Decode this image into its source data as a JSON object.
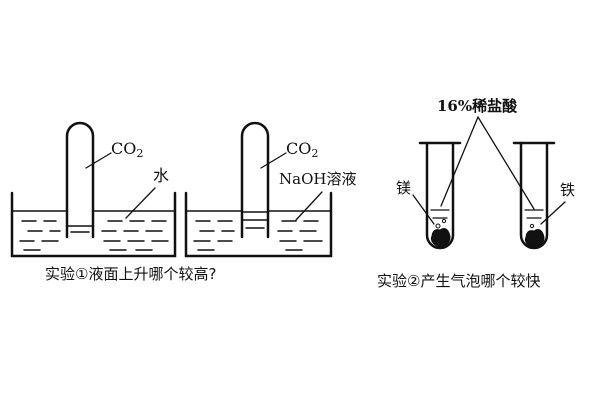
{
  "experiment1": {
    "beaker_left": {
      "gas_label": "CO",
      "gas_subscript": "2",
      "liquid_label": "水"
    },
    "beaker_right": {
      "gas_label": "CO",
      "gas_subscript": "2",
      "liquid_label": "NaOH溶液"
    },
    "caption": "实验①液面上升哪个较高?"
  },
  "experiment2": {
    "acid_label": "16%稀盐酸",
    "left_metal_label": "镁",
    "right_metal_label": "铁",
    "caption": "实验②产生气泡哪个较快"
  }
}
